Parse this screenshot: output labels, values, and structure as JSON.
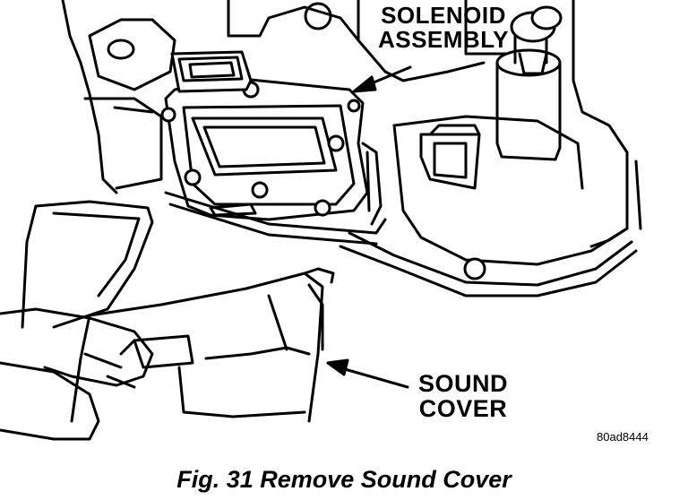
{
  "callouts": {
    "solenoid_assembly": {
      "line1": "SOLENOID",
      "line2": "ASSEMBLY"
    },
    "sound_cover": {
      "line1": "SOUND",
      "line2": "COVER"
    }
  },
  "figure_code": "80ad8444",
  "caption": "Fig. 31 Remove Sound Cover"
}
